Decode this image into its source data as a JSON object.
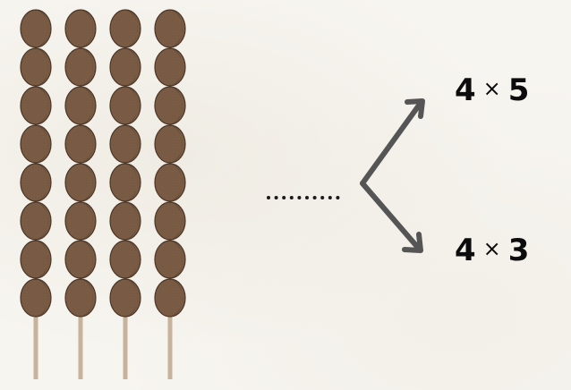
{
  "skewers": {
    "count": 4,
    "balls_per_skewer": 8
  },
  "expressions": {
    "top": {
      "a": "4",
      "op": "×",
      "b": "5"
    },
    "bottom": {
      "a": "4",
      "op": "×",
      "b": "3"
    }
  },
  "colors": {
    "ball": "#7a5c45",
    "ball_shadow": "#5f4533",
    "ball_outline": "#4a3526",
    "stick": "#c7b29b",
    "arrow": "#555555",
    "dots": "#1a1a1a",
    "text": "#0c0c0c"
  }
}
